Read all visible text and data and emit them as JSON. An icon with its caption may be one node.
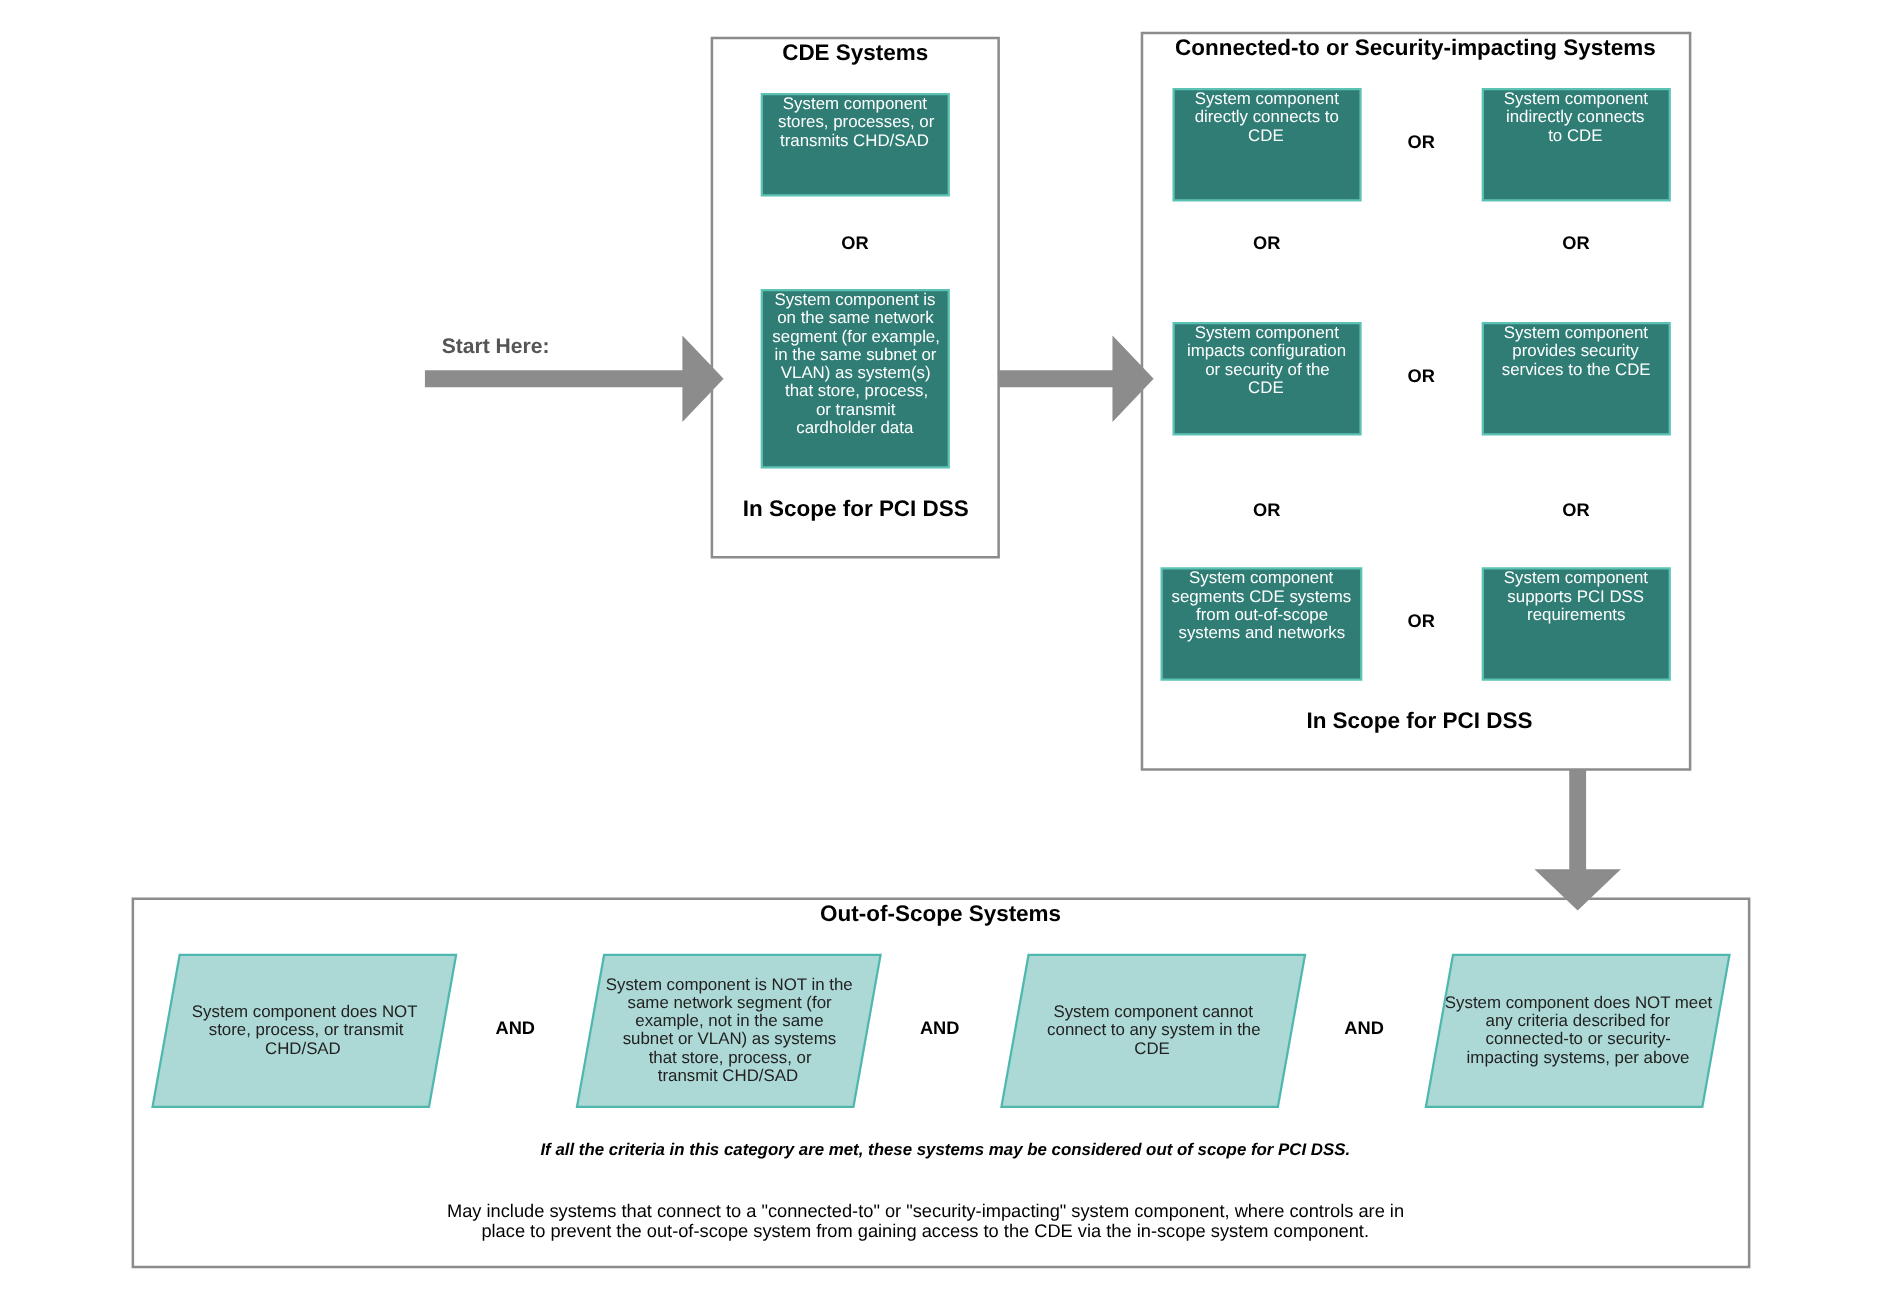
{
  "diagram": {
    "nodes": [
      {
        "text": [
          "CDE Systems",
          "In Scope for PCI DSS"
        ]
      },
      {
        "text": [
          "System component stores, processes, or transmits CHD/SAD"
        ],
        "in": 0
      },
      {
        "text": [
          "System component is on the same network segment (for example, in the same subnet or VLAN) as system(s) that store, process, or transmit cardholder data"
        ],
        "in": 0
      },
      {
        "text": [
          "Connected-to or Security-impacting Systems",
          "In Scope for PCI DSS"
        ]
      },
      {
        "text": [
          "System component directly connects to CDE"
        ],
        "in": 3
      },
      {
        "text": [
          "System component indirectly connects to CDE"
        ],
        "in": 3
      },
      {
        "text": [
          "System component impacts configuration or security of the CDE"
        ],
        "in": 3
      },
      {
        "text": [
          "System component provides security services to the CDE"
        ],
        "in": 3
      },
      {
        "text": [
          "System component segments CDE systems from out-of-scope systems and networks"
        ],
        "in": 3
      },
      {
        "text": [
          "System component supports PCI DSS requirements"
        ],
        "in": 3
      },
      {
        "text": [
          "Out-of-Scope Systems",
          "If all the criteria in this category are met, these systems may be considered out of scope for PCI DSS.",
          "May include systems that connect to a \"connected-to\" or \"security-impacting\" system component, where controls are in place to prevent the out-of-scope system from gaining access to the CDE via the in-scope system component."
        ]
      },
      {
        "text": [
          "System component does NOT store, process, or transmit CHD/SAD"
        ],
        "in": 10
      },
      {
        "text": [
          "System component is NOT in the same network segment (for example, not in the same subnet or VLAN) as systems that store, process, or transmit CHD/SAD"
        ],
        "in": 10
      },
      {
        "text": [
          "System component cannot connect to any system in the CDE"
        ],
        "in": 10
      },
      {
        "text": [
          "System component does NOT meet any criteria described for connected-to or security-impacting systems, per above"
        ],
        "in": 10
      }
    ],
    "edges": [
      {
        "from": null,
        "to": 0,
        "arrow": "to",
        "label": "Start Here:"
      },
      {
        "from": 0,
        "to": 3,
        "arrow": "to"
      },
      {
        "from": 3,
        "to": 10,
        "arrow": "to"
      }
    ],
    "labels": [
      "OR",
      "OR",
      "OR",
      "OR",
      "OR",
      "OR",
      "OR",
      "OR",
      "AND",
      "AND",
      "AND"
    ]
  }
}
